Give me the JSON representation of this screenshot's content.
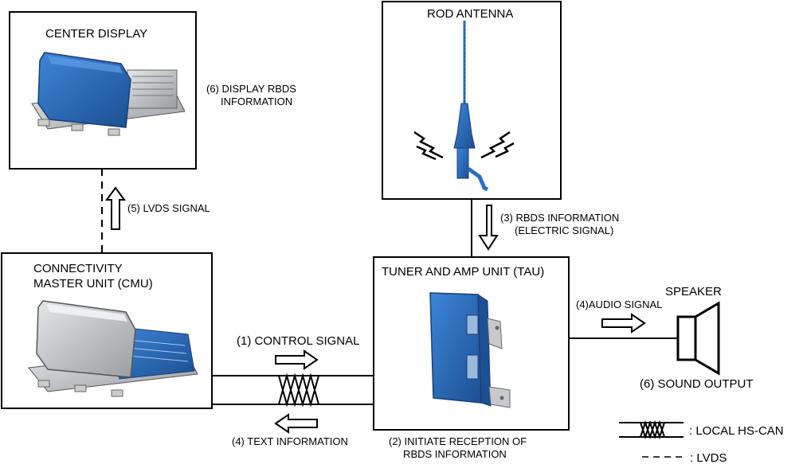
{
  "colors": {
    "component_blue": "#2a6fc2",
    "component_blue_dark": "#1c4f93",
    "component_grey": "#b9bcc0",
    "line": "#000000"
  },
  "components": {
    "center_display": {
      "title": "CENTER DISPLAY",
      "icon": "center-display-illustration"
    },
    "rod_antenna": {
      "title": "ROD ANTENNA",
      "icon": "rod-antenna-illustration"
    },
    "cmu": {
      "title": "CONNECTIVITY\nMASTER UNIT (CMU)",
      "icon": "cmu-illustration"
    },
    "tau": {
      "title": "TUNER AND AMP UNIT (TAU)",
      "icon": "tau-illustration"
    },
    "speaker": {
      "title": "SPEAKER",
      "icon": "speaker-icon"
    }
  },
  "signals": {
    "s1": "(1) CONTROL SIGNAL",
    "s2": "(2) INITIATE RECEPTION OF\n     RBDS INFORMATION",
    "s3": "(3) RBDS INFORMATION\n     (ELECTRIC SIGNAL)",
    "s4_text": "(4) TEXT INFORMATION",
    "s4_audio": "(4)AUDIO SIGNAL",
    "s5": "(5) LVDS SIGNAL",
    "s6_display": "(6) DISPLAY RBDS\n     INFORMATION",
    "s6_sound": "(6) SOUND OUTPUT"
  },
  "legend": {
    "hs_can": ": LOCAL HS-CAN",
    "lvds": ": LVDS"
  }
}
